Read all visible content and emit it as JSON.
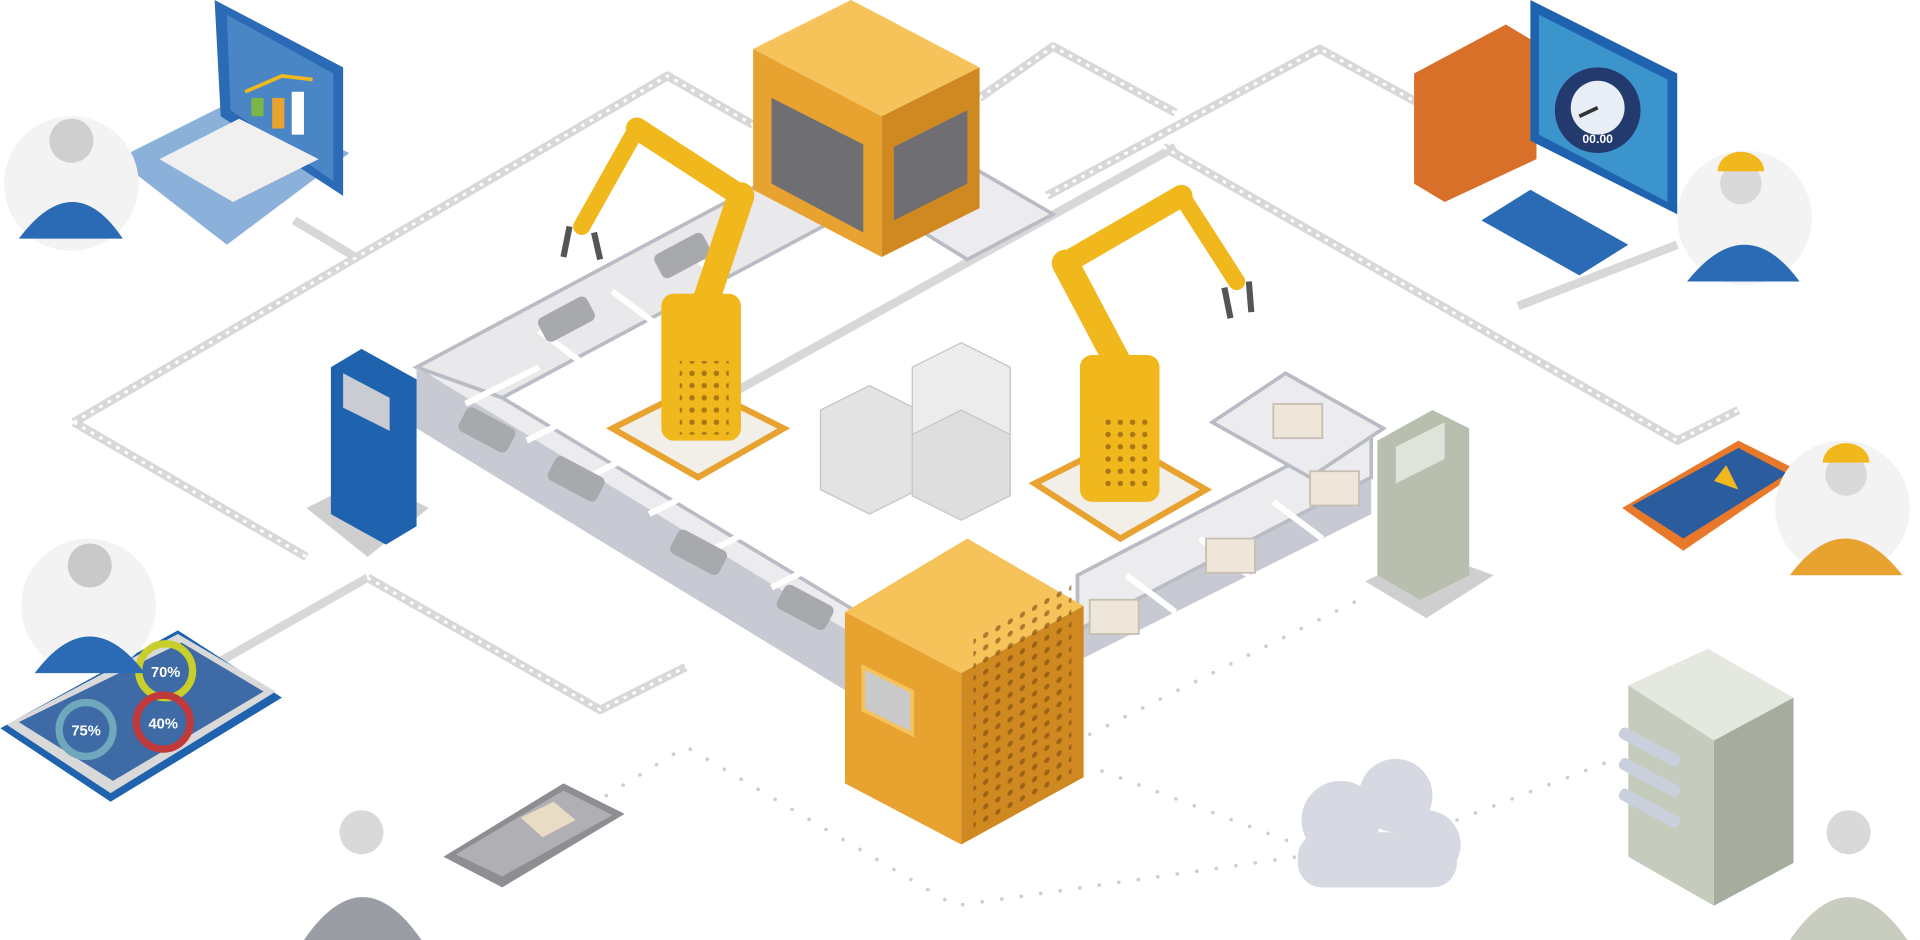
{
  "illustration": {
    "tablet": {
      "gauges": [
        {
          "label": "70%",
          "value": 70,
          "color": "#c8cf2a"
        },
        {
          "label": "40%",
          "value": 40,
          "color": "#c0393b"
        },
        {
          "label": "75%",
          "value": 75,
          "color": "#6fa8bd"
        }
      ]
    },
    "monitor": {
      "gauge_readout": "00.00"
    },
    "icons": [
      "laptop-chart-icon",
      "computer-gauge-icon",
      "phone-warning-icon",
      "tablet-dashboard-icon",
      "phone-mail-icon",
      "cloud-icon",
      "server-icon",
      "robot-arm-icon",
      "conveyor-icon",
      "kiosk-icon",
      "person-icon"
    ],
    "colors": {
      "orange": "#e8a230",
      "yellow": "#f0b81c",
      "blue": "#1f63ae",
      "gray": "#d9d9d9"
    }
  }
}
